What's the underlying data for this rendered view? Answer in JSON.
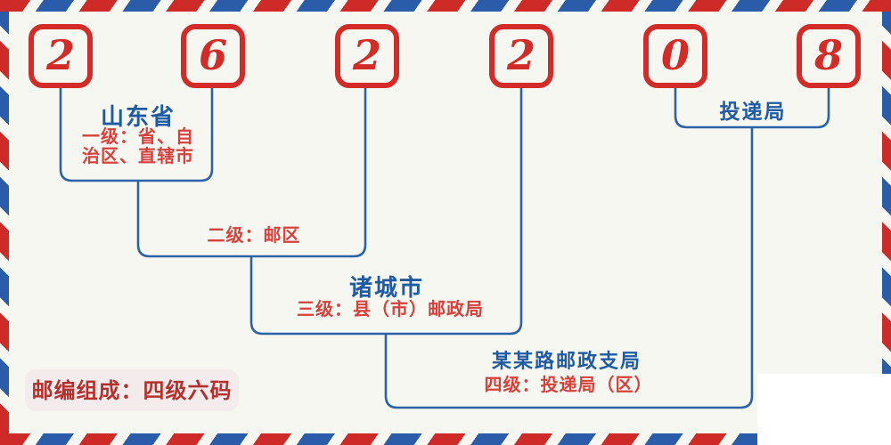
{
  "diagram": {
    "code": {
      "full": "262208",
      "digits": [
        "2",
        "6",
        "2",
        "2",
        "0",
        "8"
      ]
    },
    "levels": [
      {
        "region": "山东省",
        "label": "一级：省、自\n治区、直辖市"
      },
      {
        "label": "二级：邮区"
      },
      {
        "region": "诸城市",
        "label": "三级：县（市）邮政局"
      },
      {
        "region": "某某路邮政支局",
        "label": "四级：投递局（区）"
      }
    ],
    "delivery": {
      "label": "投递局"
    },
    "badge": {
      "label": "邮编组成：四级六码"
    },
    "colors": {
      "background": "#f7f7f2",
      "digit_red": "#d32b27",
      "line_blue": "#2b62a8",
      "heading_blue": "#1f5ba5",
      "label_red": "#d7413c",
      "badge_bg": "#f4ecec",
      "badge_text": "#b3312d",
      "stripe_red": "#ce2a28",
      "stripe_blue": "#2a5caa"
    }
  }
}
